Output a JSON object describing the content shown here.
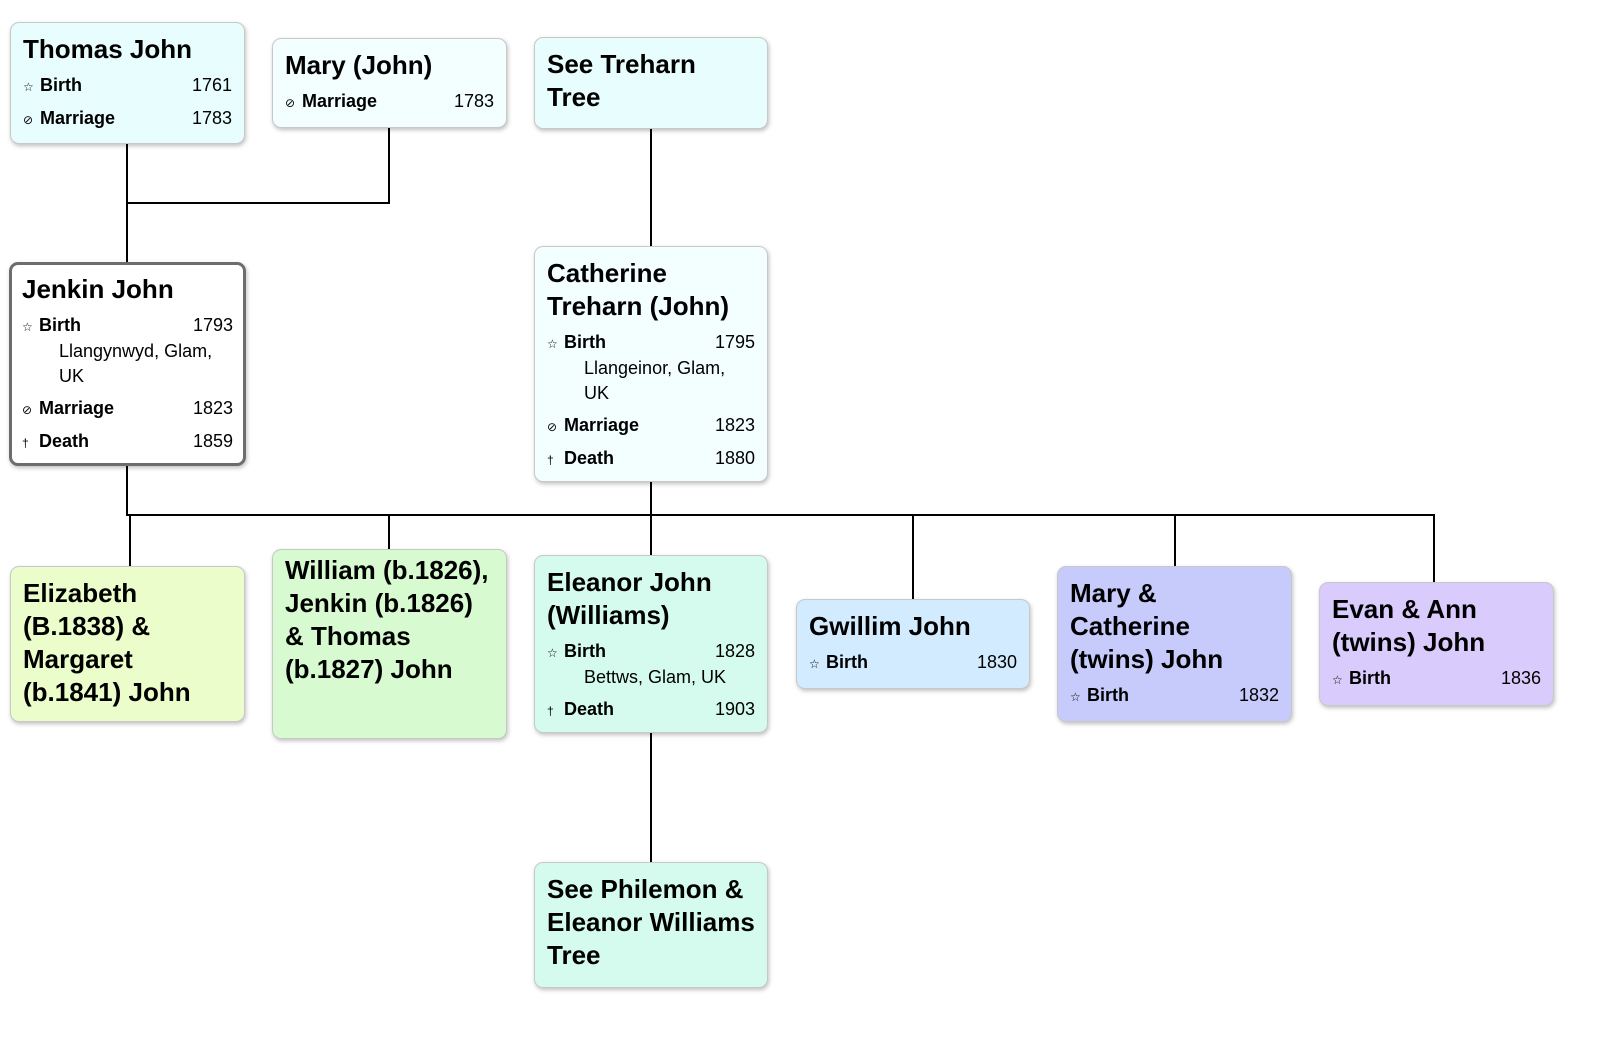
{
  "people": {
    "thomas": {
      "name": "Thomas John",
      "events": [
        {
          "icon": "birth-star-icon",
          "label": "Birth",
          "year": "1761"
        },
        {
          "icon": "marriage-rings-icon",
          "label": "Marriage",
          "year": "1783"
        }
      ]
    },
    "mary1": {
      "name": "Mary (John)",
      "events": [
        {
          "icon": "marriage-rings-icon",
          "label": "Marriage",
          "year": "1783"
        }
      ]
    },
    "treharn": {
      "name": "See Treharn Tree"
    },
    "jenkin": {
      "name": "Jenkin John",
      "events": [
        {
          "icon": "birth-star-icon",
          "label": "Birth",
          "year": "1793",
          "place": "Llangynwyd, Glam, UK"
        },
        {
          "icon": "marriage-rings-icon",
          "label": "Marriage",
          "year": "1823"
        },
        {
          "icon": "death-cross-icon",
          "label": "Death",
          "year": "1859"
        }
      ]
    },
    "catherine": {
      "name": "Catherine Treharn (John)",
      "events": [
        {
          "icon": "birth-star-icon",
          "label": "Birth",
          "year": "1795",
          "place": "Llangeinor, Glam, UK"
        },
        {
          "icon": "marriage-rings-icon",
          "label": "Marriage",
          "year": "1823"
        },
        {
          "icon": "death-cross-icon",
          "label": "Death",
          "year": "1880"
        }
      ]
    },
    "elizabeth": {
      "name": "Elizabeth (B.1838) & Margaret (b.1841) John"
    },
    "william": {
      "name": "William (b.1826), Jenkin (b.1826) & Thomas (b.1827) John"
    },
    "eleanor": {
      "name": "Eleanor John (Williams)",
      "events": [
        {
          "icon": "birth-star-icon",
          "label": "Birth",
          "year": "1828",
          "place": "Bettws, Glam, UK"
        },
        {
          "icon": "death-cross-icon",
          "label": "Death",
          "year": "1903"
        }
      ]
    },
    "gwillim": {
      "name": "Gwillim John",
      "events": [
        {
          "icon": "birth-star-icon",
          "label": "Birth",
          "year": "1830"
        }
      ]
    },
    "marycat": {
      "name": "Mary & Catherine (twins) John",
      "events": [
        {
          "icon": "birth-star-icon",
          "label": "Birth",
          "year": "1832"
        }
      ]
    },
    "evan": {
      "name": "Evan & Ann (twins) John",
      "events": [
        {
          "icon": "birth-star-icon",
          "label": "Birth",
          "year": "1836"
        }
      ]
    },
    "philemon": {
      "name": "See Philemon & Eleanor Williams Tree"
    }
  },
  "colors": {
    "line": "#000000",
    "selected_border": "#6d6d6d"
  }
}
